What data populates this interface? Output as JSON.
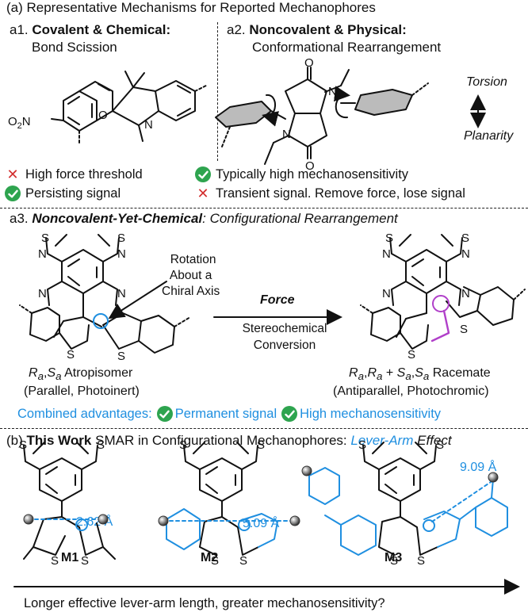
{
  "panel_a_title": "(a) Representative Mechanisms for Reported Mechanophores",
  "a1": {
    "prefix": "a1.",
    "title": "Covalent & Chemical:",
    "subtitle": "Bond Scission"
  },
  "a2": {
    "prefix": "a2.",
    "title": "Noncovalent & Physical:",
    "subtitle": "Conformational Rearrangement",
    "torsion": "Torsion",
    "planarity": "Planarity"
  },
  "a1_points": [
    {
      "mark": "cross",
      "text": "High force threshold"
    },
    {
      "mark": "check",
      "text": "Persisting signal"
    }
  ],
  "a2_points": [
    {
      "mark": "check",
      "text": "Typically high mechanosensitivity"
    },
    {
      "mark": "cross",
      "text": "Transient signal. Remove force, lose signal"
    }
  ],
  "a3": {
    "prefix": "a3.",
    "title": "Noncovalent-Yet-Chemical",
    "subtitle": ": Configurational Rearrangement",
    "rotation_1": "Rotation",
    "rotation_2": "About a",
    "rotation_3": "Chiral Axis",
    "force": "Force",
    "conv_1": "Stereochemical",
    "conv_2": "Conversion",
    "left_name_1": "R",
    "left_sub_1": "a",
    "left_sep": ",",
    "left_name_2": "S",
    "left_sub_2": "a",
    "left_name_tail": " Atropisomer",
    "left_desc": "(Parallel, Photoinert)",
    "right_r1": "R",
    "right_r1s": "a",
    "right_r2": "R",
    "right_r2s": "a",
    "right_plus": " + ",
    "right_s1": "S",
    "right_s1s": "a",
    "right_s2": "S",
    "right_s2s": "a",
    "right_tail": " Racemate",
    "right_desc": "(Antiparallel, Photochromic)"
  },
  "combined": {
    "label": "Combined advantages:",
    "adv1": "Permanent signal",
    "adv2": "High mechanosensitivity"
  },
  "panel_b": {
    "prefix": "(b)",
    "bold": "This Work",
    "mid": " SMAR in Configurational Mechanophores: ",
    "lever": "Lever-Arm",
    "tail": " Effect"
  },
  "molecules": [
    {
      "name": "M1",
      "distance": "2.62 Å"
    },
    {
      "name": "M2",
      "distance": "5.09 Å"
    },
    {
      "name": "M3",
      "distance": "9.09 Å"
    }
  ],
  "bottom_caption": "Longer effective lever-arm length, greater mechanosensitivity?",
  "atoms": {
    "S": "S",
    "N": "N",
    "O": "O",
    "O2N": "O",
    "O2N_sub": "2",
    "O2N_tail": "N"
  },
  "colors": {
    "blue": "#1f8fe0",
    "purple": "#b03fc9",
    "check_green": "#2ea44f",
    "cross_red": "#d32f2f"
  }
}
